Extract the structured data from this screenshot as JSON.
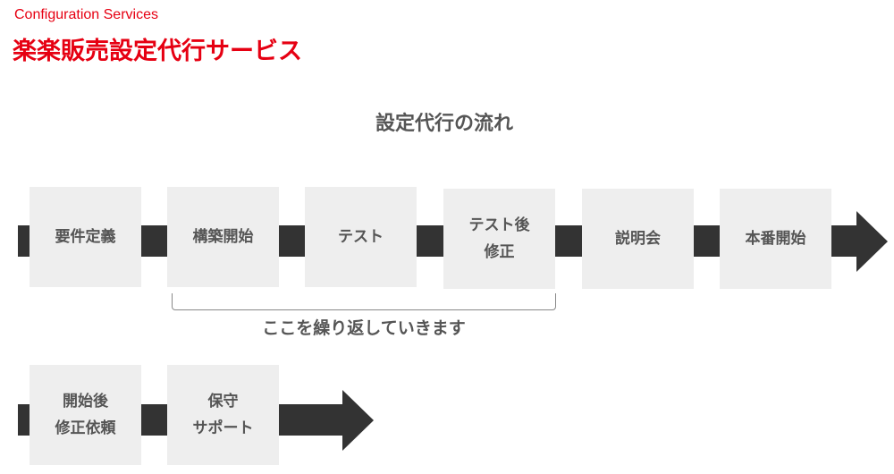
{
  "header": {
    "subtitle": "Configuration Services",
    "title": "楽楽販売設定代行サービス"
  },
  "flow": {
    "title": "設定代行の流れ",
    "row1": [
      "要件定義",
      "構築開始",
      "テスト",
      "テスト後\n修正",
      "説明会",
      "本番開始"
    ],
    "repeat_note": "ここを繰り返していきます",
    "row2": [
      "開始後\n修正依頼",
      "保守\nサポート"
    ]
  },
  "colors": {
    "accent": "#e60012",
    "box": "#eeeeee",
    "bar": "#333333",
    "text": "#555555"
  }
}
